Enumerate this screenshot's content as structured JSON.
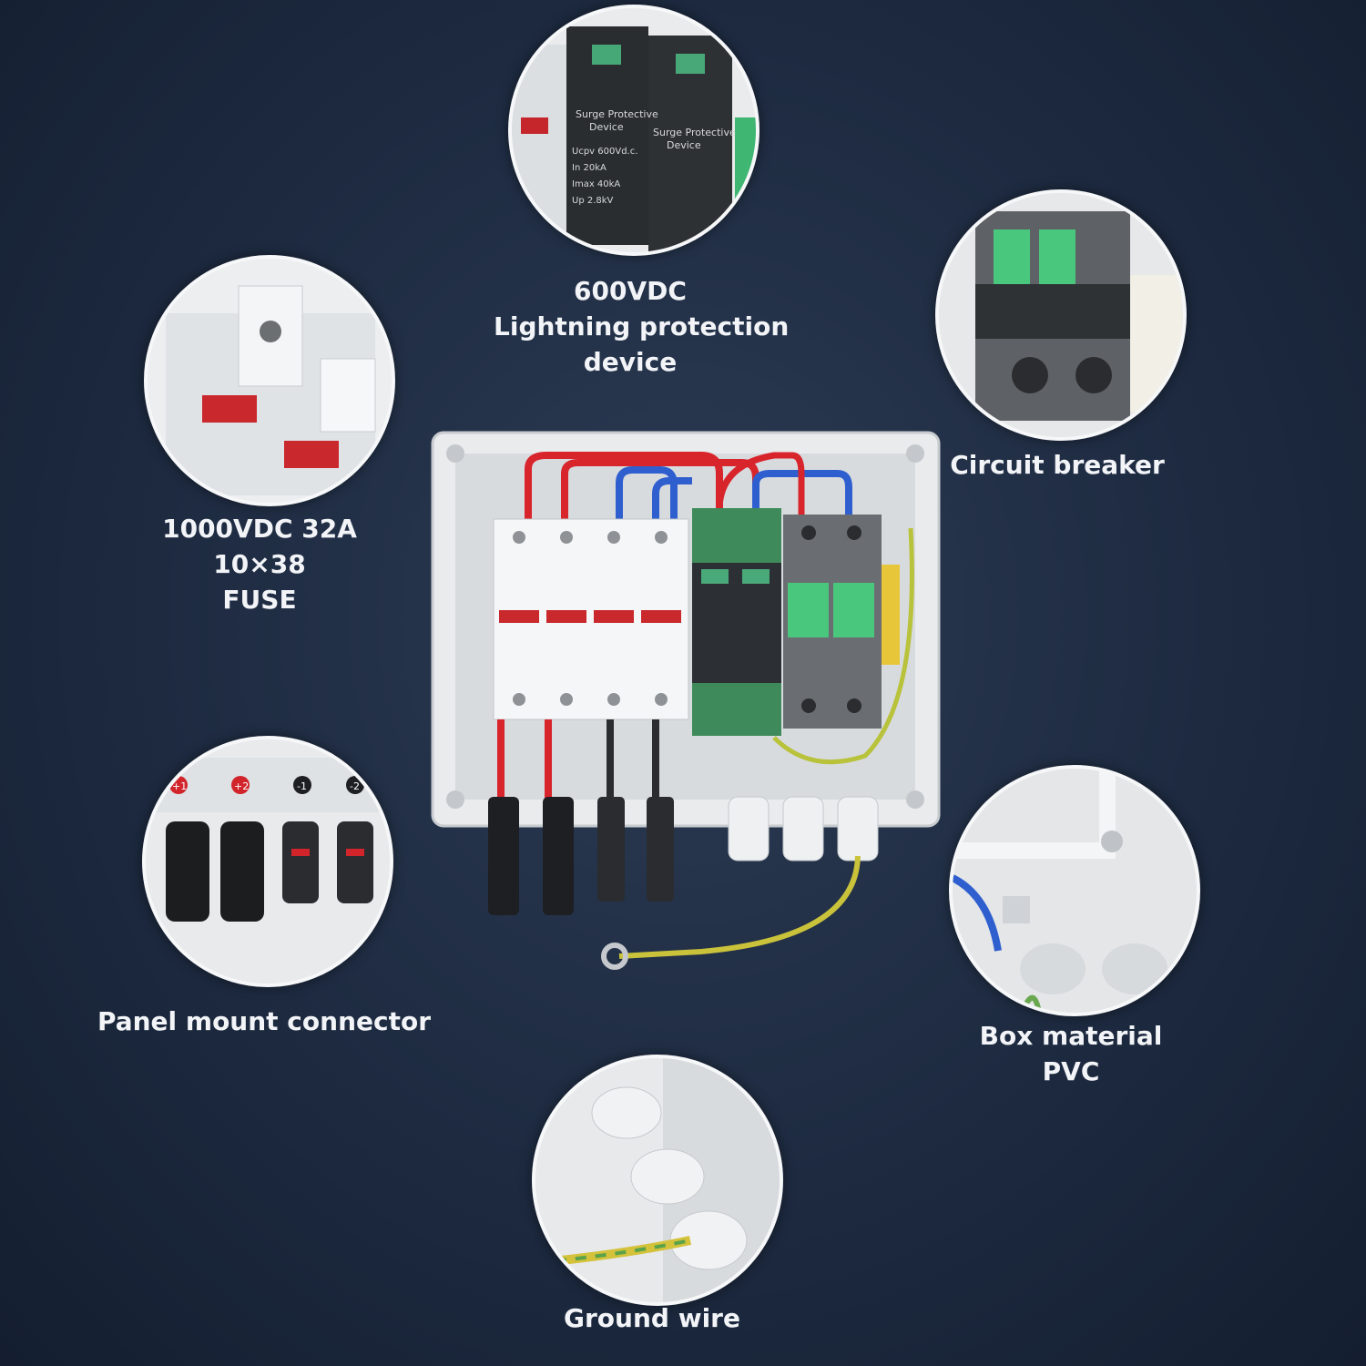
{
  "callouts": {
    "lightning": {
      "lines": [
        "600VDC",
        "Lightning protection",
        "device"
      ],
      "device_text": [
        "Surge Protective",
        "Device",
        "Ucpv 600Vd.c.",
        "In 20kA",
        "Imax 40kA",
        "Up 2.8kV"
      ]
    },
    "breaker": {
      "lines": [
        "Circuit breaker"
      ]
    },
    "fuse": {
      "lines": [
        "1000VDC 32A",
        "10×38",
        "FUSE"
      ]
    },
    "connector": {
      "lines": [
        "Panel mount connector"
      ],
      "labels": [
        "+1",
        "+2",
        "-1",
        "-2"
      ]
    },
    "box": {
      "lines": [
        "Box material",
        "PVC"
      ]
    },
    "ground": {
      "lines": [
        "Ground wire"
      ]
    }
  },
  "colors": {
    "background": "#1d2a40",
    "wire_red": "#d8242b",
    "wire_blue": "#2f5fcf",
    "breaker_green": "#49c77d",
    "spd_green": "#3e8a5a",
    "ground_yellow_green": "#b8c23a",
    "box_gray": "#d9dcdf"
  }
}
